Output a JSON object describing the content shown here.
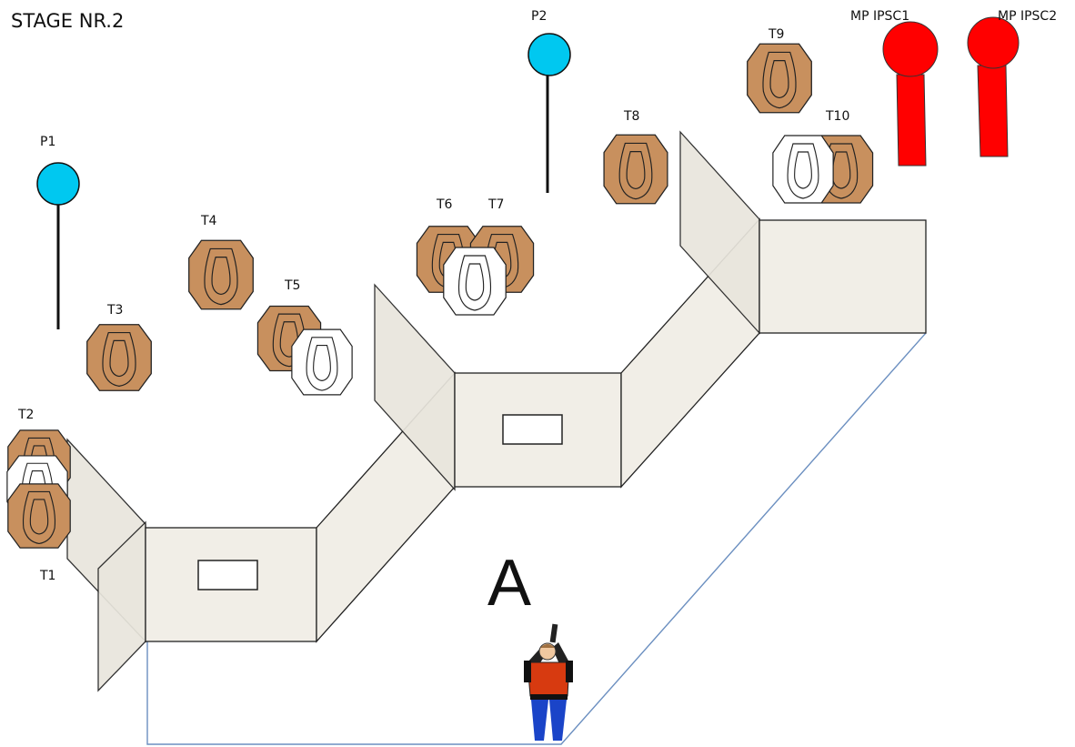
{
  "title": "STAGE NR.2",
  "position_label": "A",
  "colors": {
    "paper_target": "#c8905e",
    "no_shoot": "#ffffff",
    "popper": "#00c8f0",
    "mini_popper": "#ff0000",
    "wall": "#f1eee7",
    "shooter_shirt": "#d73a10",
    "shooter_pants": "#1a44c8"
  },
  "targets": {
    "t1": "T1",
    "t2": "T2",
    "t3": "T3",
    "t4": "T4",
    "t5": "T5",
    "t6": "T6",
    "t7": "T7",
    "t8": "T8",
    "t9": "T9",
    "t10": "T10"
  },
  "poppers": {
    "p1": "P1",
    "p2": "P2"
  },
  "mini_poppers": {
    "mp1": "MP IPSC1",
    "mp2": "MP IPSC2"
  }
}
